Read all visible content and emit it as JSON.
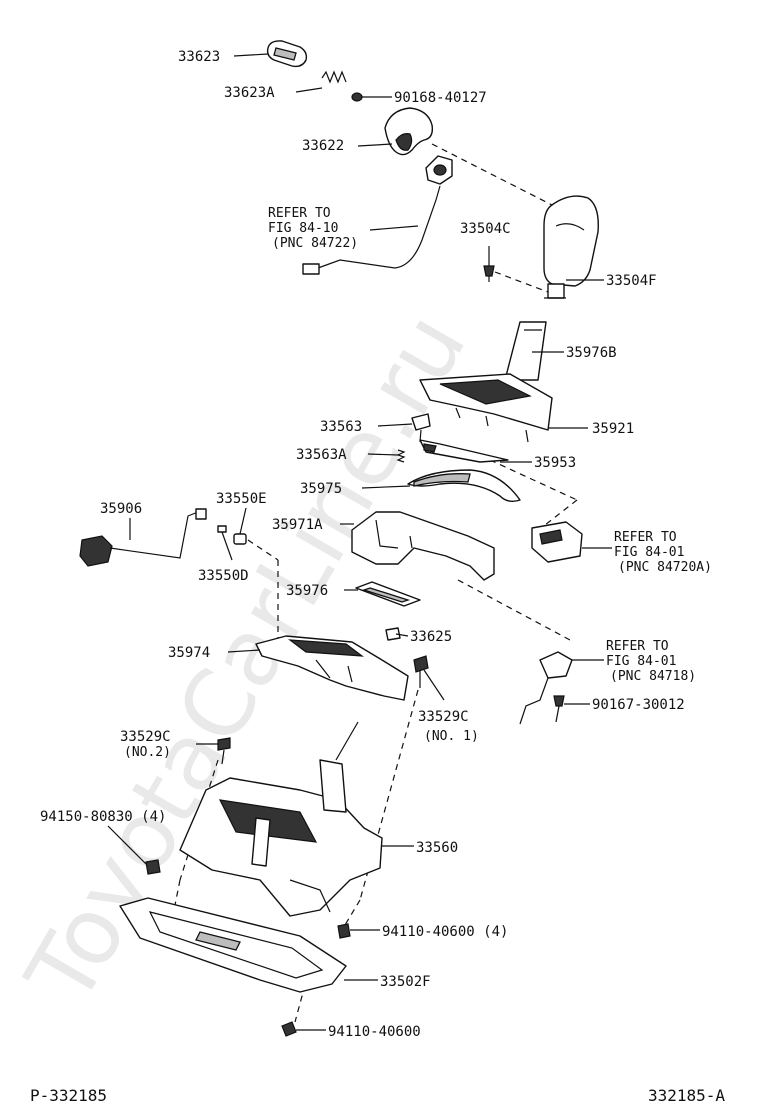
{
  "watermark": "ToyotaCarLine.ru",
  "labels": {
    "p33623": "33623",
    "p33623A": "33623A",
    "p90168": "90168-40127",
    "p33622": "33622",
    "refer1_a": "REFER TO",
    "refer1_b": "FIG 84-10",
    "refer1_c": "(PNC 84722)",
    "p33504C": "33504C",
    "p33504F": "33504F",
    "p35976B": "35976B",
    "p33563": "33563",
    "p35921": "35921",
    "p33563A": "33563A",
    "p35953": "35953",
    "p35975": "35975",
    "p35906": "35906",
    "p33550E": "33550E",
    "p33550D": "33550D",
    "p35971A": "35971A",
    "refer2_a": "REFER TO",
    "refer2_b": "FIG 84-01",
    "refer2_c": "(PNC 84720A)",
    "p35976": "35976",
    "p33625": "33625",
    "p35974": "35974",
    "refer3_a": "REFER TO",
    "refer3_b": "FIG 84-01",
    "refer3_c": "(PNC 84718)",
    "p33529C_no1": "33529C",
    "p33529C_no1_sub": "(NO. 1)",
    "p90167": "90167-30012",
    "p33529C_no2": "33529C",
    "p33529C_no2_sub": "(NO.2)",
    "p94150": "94150-80830 (4)",
    "p33560": "33560",
    "p94110_4": "94110-40600 (4)",
    "p33502F": "33502F",
    "p94110": "94110-40600"
  },
  "footer": {
    "left": "P-332185",
    "right": "332185-A"
  }
}
